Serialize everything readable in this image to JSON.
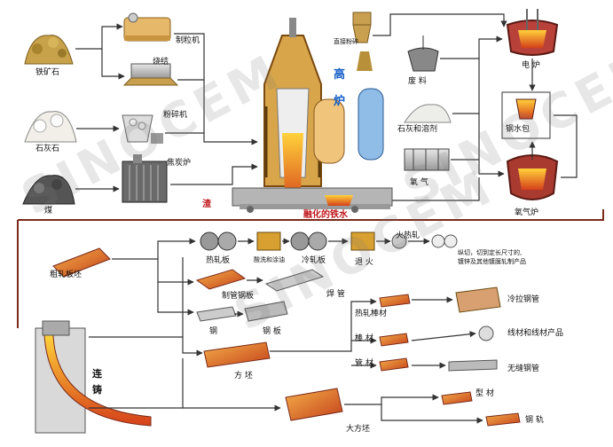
{
  "watermark": "SINOCEM",
  "colors": {
    "line": "#333333",
    "molten": "#e8601c",
    "blue": "#1560c8",
    "red": "#c0181c",
    "brown": "#7a2a1a"
  },
  "labels": {
    "iron_ore": "铁矿石",
    "pelletizer": "制粒机",
    "sintering": "烧结",
    "limestone": "石灰石",
    "crusher": "粉碎机",
    "coal": "煤",
    "coke_oven": "焦炭炉",
    "blast_furnace_1": "高",
    "blast_furnace_2": "炉",
    "direct_pulverizer": "直接粉碎",
    "scrap": "废 料",
    "lime_flux": "石灰和溶剂",
    "oxygen": "氧 气",
    "electric_furnace": "电 炉",
    "ladle": "钢水包",
    "oxygen_furnace": "氧气炉",
    "slag": "渣",
    "molten_iron": "融化的铁水",
    "rough_slab": "粗轧板坯",
    "hot_rolled_sheet": "热轧板",
    "pickling_coating": "酸洗和涂油",
    "cold_rolled_sheet": "冷轧板",
    "annealing": "退 火",
    "hot_strip": "火热轧",
    "slitting_1": "纵切，切到定长尺寸的,",
    "slitting_2": "镀锌及其他镀膜轧制产品",
    "pipe_plate": "制管钢板",
    "weld_pipe": "焊 管",
    "steel": "钢",
    "plate": "钢 板",
    "hot_rolled_rod": "热轧棒材",
    "cold_drawn_pipe": "冷拉钢管",
    "rod": "棒 材",
    "wire_products": "线材和线材产品",
    "pipe": "管 材",
    "seamless_pipe": "无缝钢管",
    "continuous_casting_1": "连",
    "continuous_casting_2": "铸",
    "billet": "方 坯",
    "shapes": "型 材",
    "bloom": "大方坯",
    "rail": "钢 轨"
  }
}
